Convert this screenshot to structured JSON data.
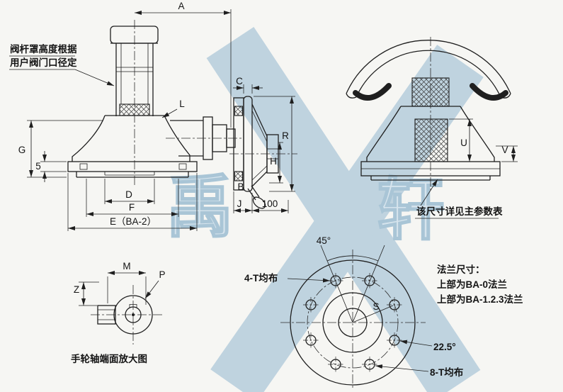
{
  "colors": {
    "background": "#f6f6f3",
    "ink": "#1f1f1f",
    "watermark": "#b2cbdb"
  },
  "watermark": {
    "char_left": "禹",
    "char_right": "轩"
  },
  "left_view": {
    "note_line1": "阀杆罩高度根据",
    "note_line2": "用户阀门口径定",
    "dim_a": "A",
    "label_l": "L",
    "dim_g": "G",
    "dim_5": "5",
    "dim_d": "D",
    "dim_f": "F",
    "dim_e": "E（BA-2）"
  },
  "mid_view": {
    "dim_c": "C",
    "dim_r": "R",
    "dim_h": "H",
    "label_b": "B",
    "dim_j": "J",
    "dim_100": "100"
  },
  "right_view": {
    "dim_u": "U",
    "dim_v": "V",
    "note": "该尺寸详见主参数表"
  },
  "detail_view": {
    "dim_m": "M",
    "label_p": "P",
    "dim_z": "Z",
    "caption": "手轮轴端面放大图"
  },
  "flange_view": {
    "angle_top": "45°",
    "label_4t": "4-T均布",
    "label_s": "S",
    "angle_side": "22.5°",
    "label_8t": "8-T均布"
  },
  "flange_note": {
    "title": "法兰尺寸：",
    "line1": "上部为BA-0法兰",
    "line2": "上部为BA-1.2.3法兰"
  }
}
